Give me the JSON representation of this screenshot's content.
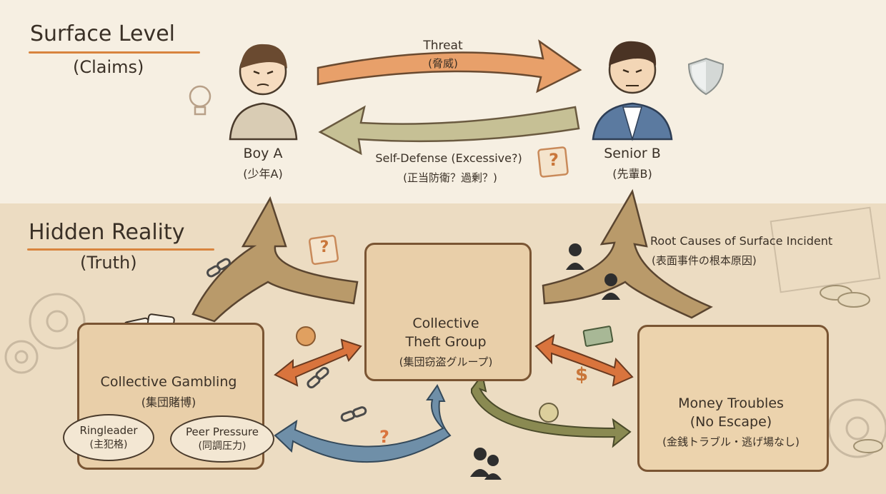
{
  "surface": {
    "title": "Surface Level",
    "subtitle": "(Claims)",
    "boy_a": {
      "name": "Boy A",
      "sub": "(少年A)"
    },
    "senior_b": {
      "name": "Senior B",
      "sub": "(先輩B)"
    },
    "threat": {
      "label": "Threat",
      "sub": "(脅威)"
    },
    "self_defense": {
      "label": "Self-Defense (Excessive?)",
      "sub": "(正当防衛？過剰？)"
    }
  },
  "hidden": {
    "title": "Hidden Reality",
    "subtitle": "(Truth)",
    "root_causes": {
      "label": "Root Causes of Surface Incident",
      "sub": "(表面事件の根本原因)"
    },
    "theft_group": {
      "line1": "Collective",
      "line2": "Theft Group",
      "sub": "(集団窃盗グループ)"
    },
    "gambling": {
      "label": "Collective Gambling",
      "sub": "(集団賭博)"
    },
    "ringleader": {
      "label": "Ringleader",
      "sub": "(主犯格)"
    },
    "peer_pressure": {
      "label": "Peer Pressure",
      "sub": "(同調圧力)"
    },
    "money": {
      "line1": "Money Troubles",
      "line2": "(No Escape)",
      "sub": "(金銭トラブル・逃げ場なし)"
    }
  },
  "glyphs": {
    "question": "?",
    "dollar": "$"
  },
  "colors": {
    "threat_arrow": "#e8a06a",
    "defense_arrow": "#c6c095",
    "root_arrow": "#b99a6a",
    "orange_arrow": "#d9743d",
    "blue_arrow": "#6f8fa8",
    "olive_arrow": "#8a8a52",
    "underline": "#d8843e"
  },
  "icons": [
    "lightbulb-icon",
    "shield-icon",
    "question-icon",
    "chain-icon",
    "dice-icon",
    "cards-icon",
    "people-icon",
    "thief-icon",
    "group-icon",
    "money-chain-icon",
    "worried-person-icon",
    "coin-icon",
    "dollar-icon",
    "gear-icon"
  ]
}
